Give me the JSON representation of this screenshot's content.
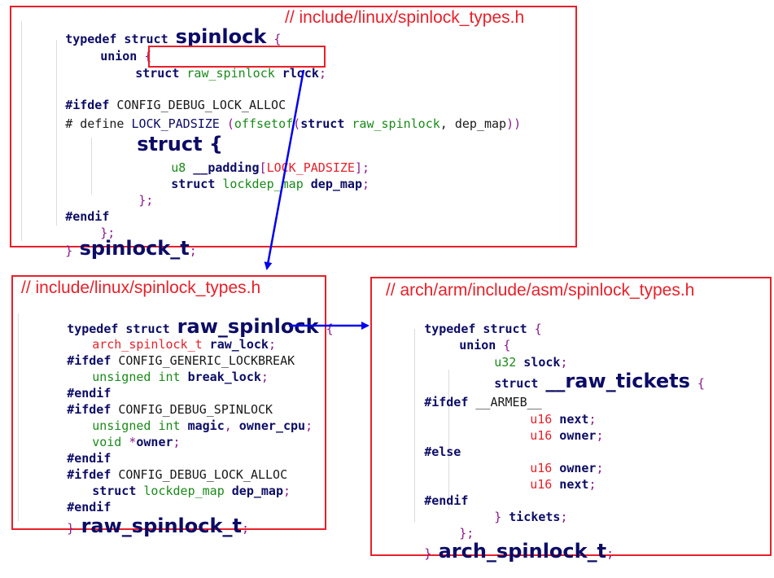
{
  "colors": {
    "border": "#e8202a",
    "arrow": "#0000ee",
    "keyword": "#0c0c66",
    "type": "#1a8a1a",
    "brace": "#8a1a8a",
    "comment": "#e8202a"
  },
  "box_spinlock": {
    "comment": "// include/linux/spinlock_types.h",
    "l1_typedef": "typedef struct ",
    "l1_name": "spinlock",
    "l1_brace": " {",
    "l2_union": "union ",
    "l2_brace": "{",
    "l3_struct": "struct ",
    "l3_type": "raw_spinlock",
    "l3_field": " rlock",
    "l3_semi": ";",
    "l4_ifdef": "#ifdef",
    "l4_macro": " CONFIG_DEBUG_LOCK_ALLOC",
    "l5_hash": "# ",
    "l5_define": "define",
    "l5_name": " LOCK_PADSIZE ",
    "l5_paren": "(",
    "l5_offsetof": "offsetof",
    "l5_paren2": "(",
    "l5_struct": "struct ",
    "l5_type": "raw_spinlock",
    "l5_rest": ", dep_map",
    "l5_close": "))",
    "l6_struct": "struct {",
    "l7_u8": "u8",
    "l7_padding": " __padding",
    "l7_lb": "[",
    "l7_macro": "LOCK_PADSIZE",
    "l7_rb": "];",
    "l8_struct": "struct ",
    "l8_type": "lockdep_map",
    "l8_field": " dep_map",
    "l8_semi": ";",
    "l9_close": "};",
    "l10_endif": "#endif",
    "l11_close": "};",
    "l12_brace": "}",
    "l12_name": " spinlock_t",
    "l12_semi": ";"
  },
  "box_raw_spinlock": {
    "comment": "// include/linux/spinlock_types.h",
    "l1_typedef": "typedef struct ",
    "l1_name": "raw_spinlock",
    "l1_brace": " {",
    "l2_type": "arch_spinlock_t",
    "l2_field": " raw_lock",
    "l2_semi": ";",
    "l3_ifdef": "#ifdef",
    "l3_macro": " CONFIG_GENERIC_LOCKBREAK",
    "l4_type": "unsigned int",
    "l4_field": " break_lock",
    "l4_semi": ";",
    "l5_endif": "#endif",
    "l6_ifdef": "#ifdef",
    "l6_macro": " CONFIG_DEBUG_SPINLOCK",
    "l7_type": "unsigned int",
    "l7_field1": " magic",
    "l7_comma": ",",
    "l7_field2": " owner_cpu",
    "l7_semi": ";",
    "l8_type": "void ",
    "l8_star": "*",
    "l8_field": "owner",
    "l8_semi": ";",
    "l9_endif": "#endif",
    "l10_ifdef": "#ifdef",
    "l10_macro": " CONFIG_DEBUG_LOCK_ALLOC",
    "l11_struct": "struct ",
    "l11_type": "lockdep_map",
    "l11_field": " dep_map",
    "l11_semi": ";",
    "l12_endif": "#endif",
    "l13_brace": "}",
    "l13_name": " raw_spinlock_t",
    "l13_semi": ";"
  },
  "box_arch_spinlock": {
    "comment": "// arch/arm/include/asm/spinlock_types.h",
    "l1_typedef": "typedef struct ",
    "l1_brace": "{",
    "l2_union": "union ",
    "l2_brace": "{",
    "l3_type": "u32",
    "l3_field": " slock",
    "l3_semi": ";",
    "l4_struct": "struct ",
    "l4_name": "__raw_tickets",
    "l4_brace": " {",
    "l5_ifdef": "#ifdef",
    "l5_macro": " __ARMEB__",
    "l6_type": "u16",
    "l6_field": " next",
    "l6_semi": ";",
    "l7_type": "u16",
    "l7_field": " owner",
    "l7_semi": ";",
    "l8_else": "#else",
    "l9_type": "u16",
    "l9_field": " owner",
    "l9_semi": ";",
    "l10_type": "u16",
    "l10_field": " next",
    "l10_semi": ";",
    "l11_endif": "#endif",
    "l12_brace": "}",
    "l12_field": " tickets",
    "l12_semi": ";",
    "l13_close": "};",
    "l14_brace": "}",
    "l14_name": " arch_spinlock_t",
    "l14_semi": ";"
  },
  "arrows": [
    {
      "from": "spinlock.rlock",
      "to": "raw_spinlock"
    },
    {
      "from": "raw_spinlock.raw_lock",
      "to": "arch_spinlock_t"
    }
  ]
}
